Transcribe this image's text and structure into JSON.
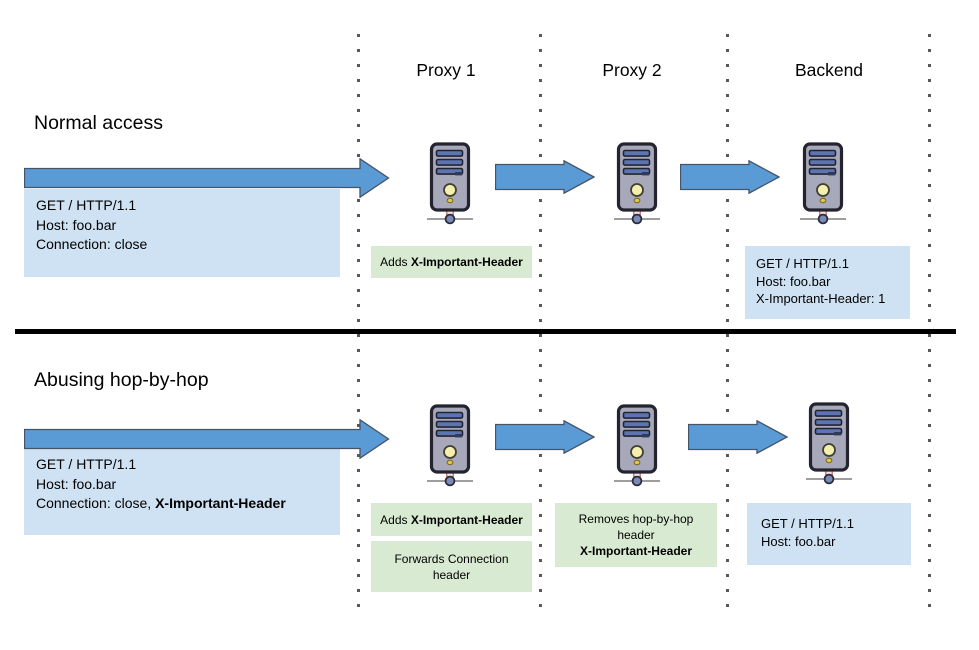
{
  "diagram": {
    "column_headers": [
      {
        "label": "Proxy 1"
      },
      {
        "label": "Proxy 2"
      },
      {
        "label": "Backend"
      }
    ],
    "normal": {
      "title": "Normal access",
      "request": {
        "line1": "GET / HTTP/1.1",
        "line2": "Host: foo.bar",
        "line3": "Connection: close"
      },
      "proxy1_note": {
        "prefix": "Adds ",
        "bold": "X-Important-Header"
      },
      "backend_request": {
        "line1": "GET / HTTP/1.1",
        "line2": "Host: foo.bar",
        "line3": "X-Important-Header: 1"
      }
    },
    "abuse": {
      "title": "Abusing hop-by-hop",
      "request": {
        "line1": "GET / HTTP/1.1",
        "line2": "Host: foo.bar",
        "line3_prefix": "Connection: close, ",
        "line3_bold": "X-Important-Header"
      },
      "proxy1_note1": {
        "prefix": "Adds ",
        "bold": "X-Important-Header"
      },
      "proxy1_note2": {
        "line1": "Forwards Connection",
        "line2": "header"
      },
      "proxy2_note": {
        "line1": "Removes hop-by-hop",
        "line2": "header",
        "line3_bold": "X-Important-Header"
      },
      "backend_request": {
        "line1": "GET / HTTP/1.1",
        "line2": "Host: foo.bar"
      }
    },
    "colors": {
      "arrow_fill": "#5B9BD5",
      "arrow_stroke": "#44546A",
      "request_box_bg": "#CFE2F3",
      "note_box_bg": "#D9EAD3",
      "lane_divider": "#595959",
      "separator": "#000000"
    },
    "icons": {
      "server": "server-icon",
      "flow_arrow": "flow-arrow-icon"
    }
  }
}
